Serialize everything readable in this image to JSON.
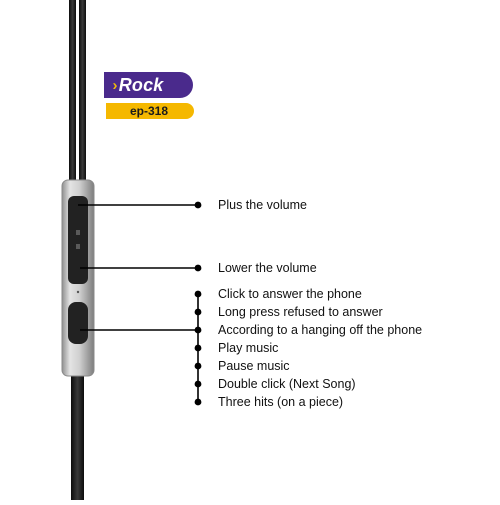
{
  "badge": {
    "brand": "Rock",
    "brand_mark": "›",
    "model": "ep-318"
  },
  "controls": [
    {
      "label": "Plus the volume"
    },
    {
      "label": "Lower the volume"
    }
  ],
  "button_functions": [
    "Click to answer the phone",
    "Long press refused to answer",
    "According to a hanging off the phone",
    "Play music",
    "Pause music",
    "Double click (Next Song)",
    "Three hits (on a piece)"
  ],
  "colors": {
    "cable": "#1c1c1c",
    "remote_body": "#c9c9c9",
    "remote_buttons": "#222222",
    "brand_purple": "#4a2a8c",
    "brand_yellow": "#f5b800",
    "leader_line": "#000000"
  }
}
